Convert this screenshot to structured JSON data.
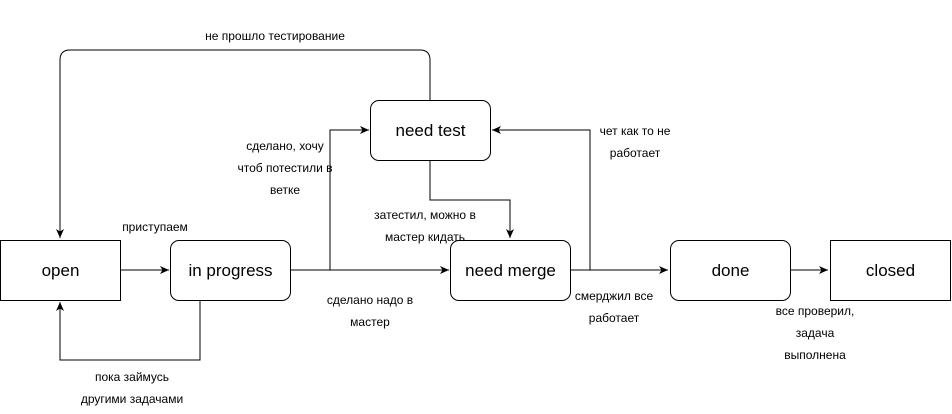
{
  "nodes": {
    "open": "open",
    "in_progress": "in progress",
    "need_test": "need test",
    "need_merge": "need merge",
    "done": "done",
    "closed": "closed"
  },
  "edge_labels": {
    "failed_testing": "не прошло тестирование",
    "start": "приступаем",
    "busy_other_l1": "пока займусь",
    "busy_other_l2": "другими задачами",
    "want_test_l1": "сделано, хочу",
    "want_test_l2": "чтоб потестили в",
    "want_test_l3": "ветке",
    "need_master_l1": "сделано надо в",
    "need_master_l2": "мастер",
    "tested_l1": "затестил, можно в",
    "tested_l2": "мастер кидать",
    "not_working_l1": "чет как то не",
    "not_working_l2": "работает",
    "merged_l1": "смерджил все",
    "merged_l2": "работает",
    "checked_l1": "все проверил,",
    "checked_l2": "задача",
    "checked_l3": "выполнена"
  }
}
